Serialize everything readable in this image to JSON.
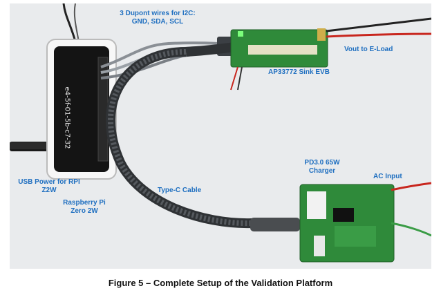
{
  "figure": {
    "caption": "Figure 5 – Complete Setup of the Validation Platform"
  },
  "annotations": {
    "dupont_line1": "3 Dupont wires for I2C:",
    "dupont_line2": "GND, SDA, SCL",
    "vout": "Vout to E-Load",
    "sink_evb": "AP33772 Sink EVB",
    "charger_line1": "PD3.0 65W",
    "charger_line2": "Charger",
    "ac_input": "AC Input",
    "usb_power_line1": "USB Power for RPI",
    "usb_power_line2": "Z2W",
    "type_c_cable": "Type-C Cable",
    "rpi_line1": "Raspberry Pi",
    "rpi_line2": "Zero 2W",
    "case_handwriting": "e4-5f-01-5b-c7-32"
  },
  "colors": {
    "annotation_text": "#1f6fc0",
    "pcb_green": "#2f8a3a",
    "cable_braid": "#3a3d40",
    "wire_red": "#c8261e"
  }
}
